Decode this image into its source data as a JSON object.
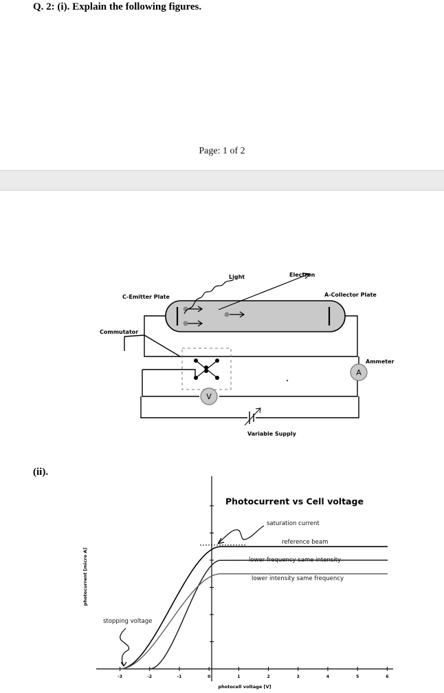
{
  "question_title": "Q. 2: (i). Explain the following figures.",
  "page_indicator": "Page: 1 of 2",
  "part_ii_label": "(ii).",
  "circuit": {
    "light": "Light",
    "electron": "Electron",
    "emitter": "C-Emitter Plate",
    "collector": "A-Collector Plate",
    "commutator": "Commutator",
    "ammeter": "Ammeter",
    "ammeter_symbol": "A",
    "voltmeter_symbol": "V",
    "supply": "Variable Supply"
  },
  "chart_data": {
    "type": "line",
    "title": "Photocurrent vs Cell voltage",
    "xlabel": "photocell voltage [V]",
    "ylabel": "photocurrent [micro A]",
    "xlim": [
      -3.8,
      6.2
    ],
    "x_ticks": [
      "-3",
      "-2",
      "-1",
      "0",
      "1",
      "2",
      "3",
      "4",
      "5",
      "6"
    ],
    "annotations": {
      "saturation": "saturation current",
      "stopping": "stopping voltage"
    },
    "series": [
      {
        "name": "reference beam",
        "stopping_voltage": -3,
        "saturation_level": 4.5
      },
      {
        "name": "lower frequency same intensity",
        "stopping_voltage": -2,
        "saturation_level": 4.0
      },
      {
        "name": "lower intensity same frequency",
        "stopping_voltage": -3,
        "saturation_level": 3.5
      }
    ]
  }
}
